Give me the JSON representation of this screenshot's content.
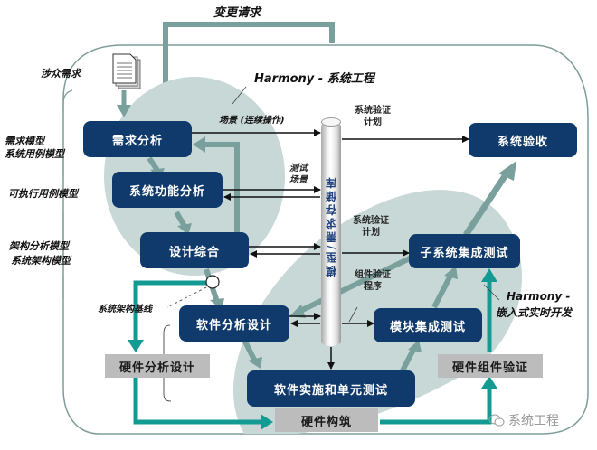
{
  "diagram": {
    "title": "Harmony - 系统工程",
    "subtitle_embedded": "Harmony - 嵌入式实时开发",
    "change_request": "变更请求",
    "colors": {
      "process_box": "#0f3a6b",
      "hardware_box": "#bcbcbc",
      "teal_flow": "#139a93",
      "gray_flow": "#7aa09e",
      "ellipse_fill": "#c8d8d6",
      "outline": "#7e9d9a"
    },
    "left_labels": [
      "涉众需求",
      "需求模型",
      "系统用例模型",
      "可执行用例模型",
      "架构分析模型",
      "系统架构模型"
    ],
    "baseline_label": "系统架构基线",
    "process_boxes": {
      "requirements_analysis": "需求分析",
      "system_function_analysis": "系统功能分析",
      "design_synthesis": "设计综合",
      "software_analysis_design": "软件分析设计",
      "software_impl_unit_test": "软件实施和单元测试",
      "module_integration_test": "模块集成测试",
      "subsystem_integration_test": "子系统集成测试",
      "system_acceptance": "系统验收"
    },
    "hardware_boxes": {
      "hw_analysis_design": "硬件分析设计",
      "hw_build": "硬件构筑",
      "hw_component_verification": "硬件组件验证"
    },
    "repository": "模型/需求存储库",
    "flow_labels": {
      "scenarios": "场景 (连续操作)",
      "test_scenarios_1": "测试",
      "test_scenarios_2": "场景",
      "sys_verif_plan_top_1": "系统验证",
      "sys_verif_plan_top_2": "计划",
      "sys_verif_plan_mid_1": "系统验证",
      "sys_verif_plan_mid_2": "计划",
      "comp_verif_proc_1": "组件验证",
      "comp_verif_proc_2": "程序"
    },
    "embedded_label_1": "Harmony -",
    "embedded_label_2": "嵌入式实时开发",
    "watermark": "系统工程",
    "icons": {
      "document": "document-stack-icon",
      "baseline_node": "milestone-circle-icon",
      "watermark": "wechat-icon"
    }
  }
}
